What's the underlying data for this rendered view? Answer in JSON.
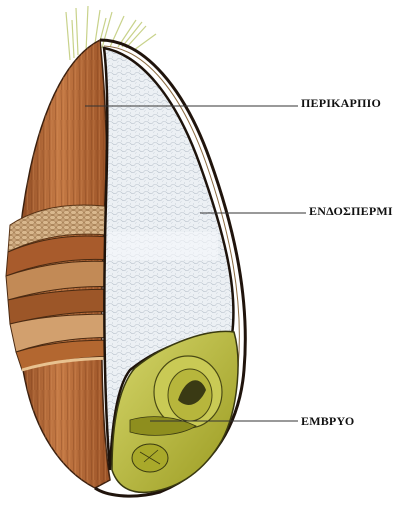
{
  "diagram": {
    "labels": {
      "pericarp": "ΠΕΡΙΚΑΡΠΙΟ",
      "endosperm": "ΕΝΔΟΣΠΕΡΜΙ",
      "embryo": "ΕΜΒΡΥΟ"
    },
    "colors": {
      "pericarp": "#b5652f",
      "endosperm": "#e9eef3",
      "embryo": "#b8b82f",
      "outline": "#2a1a10",
      "leader_line": "#333333"
    },
    "icons": [
      "grain-illustration"
    ]
  }
}
